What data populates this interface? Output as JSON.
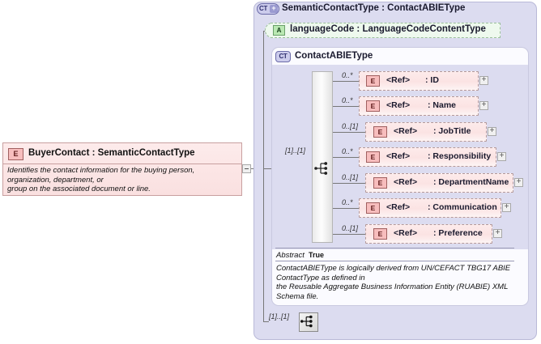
{
  "diagram": {
    "type": "xsd-schema-diagram",
    "source_element": {
      "badge": "E",
      "badge_icon": "element-badge-icon",
      "title": "BuyerContact : SemanticContactType",
      "documentation": "Identifies the contact information for the buying person, organization, department, or\ngroup on the associated document or line.",
      "toggle": "minus-collapse-icon"
    },
    "outer_type": {
      "badge": "CT",
      "badge_plus": "+",
      "badge_icon": "complextype-expand-icon",
      "title": "SemanticContactType : ContactABIEType"
    },
    "attribute": {
      "badge": "A",
      "badge_icon": "attribute-badge-icon",
      "label": "languageCode : LanguageCodeContentType"
    },
    "inner_type": {
      "badge": "CT",
      "badge_icon": "complextype-badge-icon",
      "title": "ContactABIEType",
      "compositor": "sequence-compositor-icon",
      "compositor_cardinality": "[1]..[1]",
      "abstract_label": "Abstract",
      "abstract_value": "True",
      "annotation": "ContactABIEType is logically derived from UN/CEFACT TBG17 ABIE ContactType as defined in\nthe Reusable Aggregate Business Information Entity (RUABIE) XML Schema file."
    },
    "children": [
      {
        "badge": "E",
        "ref": "<Ref>",
        "name": ": ID",
        "cardinality": "0..*",
        "expand": "+"
      },
      {
        "badge": "E",
        "ref": "<Ref>",
        "name": ": Name",
        "cardinality": "0..*",
        "expand": "+"
      },
      {
        "badge": "E",
        "ref": "<Ref>",
        "name": ": JobTitle",
        "cardinality": "0..[1]",
        "expand": "+"
      },
      {
        "badge": "E",
        "ref": "<Ref>",
        "name": ": Responsibility",
        "cardinality": "0..*",
        "expand": "+"
      },
      {
        "badge": "E",
        "ref": "<Ref>",
        "name": ": DepartmentName",
        "cardinality": "0..[1]",
        "expand": "+"
      },
      {
        "badge": "E",
        "ref": "<Ref>",
        "name": ": Communication",
        "cardinality": "0..*",
        "expand": "+"
      },
      {
        "badge": "E",
        "ref": "<Ref>",
        "name": ": Preference",
        "cardinality": "0..[1]",
        "expand": "+"
      }
    ],
    "bottom_compositor": {
      "cardinality": "[1]..[1]",
      "icon": "sequence-compositor-icon"
    },
    "colors": {
      "panel_lavender": "#dcdcf0",
      "panel_white": "#fbfbff",
      "element_pink": "#fdebeb",
      "element_badge": "#f7bdbd",
      "attribute_green": "#eef9ee",
      "attribute_badge": "#b9e8b2",
      "type_badge": "#ccccec",
      "connector": "#777777"
    }
  }
}
